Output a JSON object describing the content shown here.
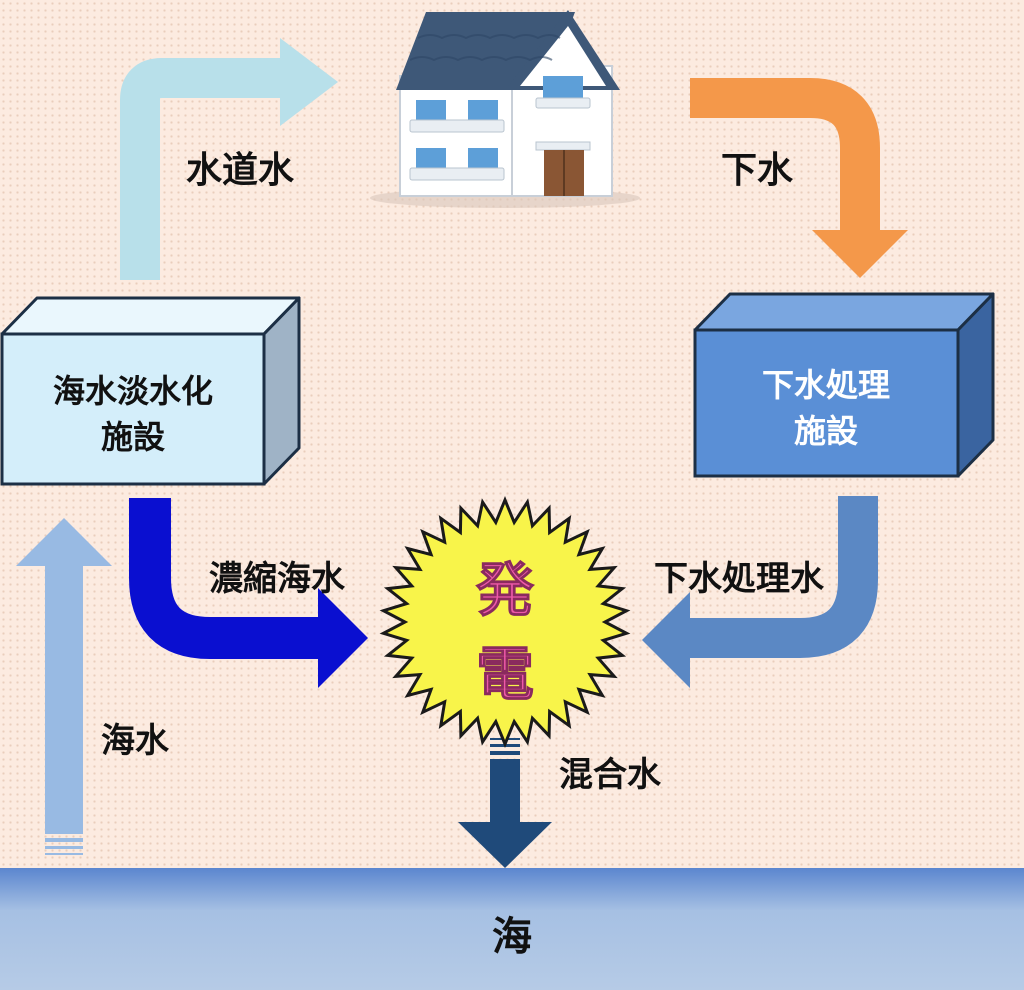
{
  "labels": {
    "tap_water": "水道水",
    "sewage": "下水",
    "desal_line1": "海水淡水化",
    "desal_line2": "施設",
    "sewage_plant_line1": "下水処理",
    "sewage_plant_line2": "施設",
    "concentrated_seawater": "濃縮海水",
    "treated_sewage": "下水処理水",
    "power_line1": "発",
    "power_line2": "電",
    "seawater": "海水",
    "mixed_water": "混合水",
    "sea": "海"
  },
  "colors": {
    "tap_water_arrow": "#b8e0ea",
    "sewage_arrow": "#f4984a",
    "concentrated_arrow": "#0a0fd0",
    "treated_arrow": "#5b88c4",
    "seawater_arrow": "#98bae3",
    "mixed_arrow": "#1f4a7a",
    "desal_box": "#d4eefa",
    "sewage_box": "#5a8fd6",
    "burst_fill": "#f8f44a",
    "burst_text": "#ee5aa8",
    "sea": "#a6bfe0"
  }
}
